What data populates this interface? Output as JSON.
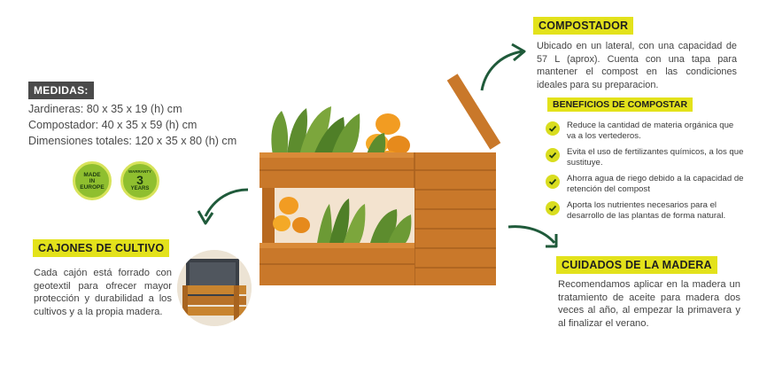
{
  "medidas": {
    "title": "MEDIDAS:",
    "lines": [
      "Jardineras: 80 x 35 x 19 (h) cm",
      "Compostador: 40 x 35 x 59 (h) cm",
      "Dimensiones totales: 120 x 35 x 80 (h) cm"
    ]
  },
  "badges": {
    "made_in_europe": [
      "MADE",
      "IN",
      "EUROPE"
    ],
    "warranty_top": "WARRANTY",
    "warranty_number": "3",
    "warranty_bottom": "YEARS"
  },
  "compostador": {
    "title": "COMPOSTADOR",
    "text": "Ubicado en un lateral, con una capacidad de 57 L (aprox). Cuenta con una tapa para mantener el compost en las condiciones ideales para su preparacion."
  },
  "beneficios": {
    "title": "BENEFICIOS DE COMPOSTAR",
    "items": [
      "Reduce la cantidad de materia orgánica que va a los vertederos.",
      "Evita el uso de fertilizantes químicos, a los que sustituye.",
      "Ahorra agua de riego debido a la capacidad de retención del compost",
      "Aporta los nutrientes necesarios para el desarrollo de las plantas de forma natural."
    ]
  },
  "cajones": {
    "title": "CAJONES DE CULTIVO",
    "text": "Cada cajón está forrado con geotextil para ofrecer mayor protección y durabilidad a los cultivos y a la propia madera."
  },
  "cuidados": {
    "title": "CUIDADOS DE LA MADERA",
    "text": "Recomendamos aplicar en la madera un tratamiento de aceite para madera dos veces al año, al empezar la primavera y al finalizar el verano."
  },
  "colors": {
    "accent_yellow": "#e3e21b",
    "label_dark": "#4a4a4a",
    "wood": "#c9782a",
    "arrow_green": "#1f5a3a",
    "check_green": "#d9dd1f"
  }
}
